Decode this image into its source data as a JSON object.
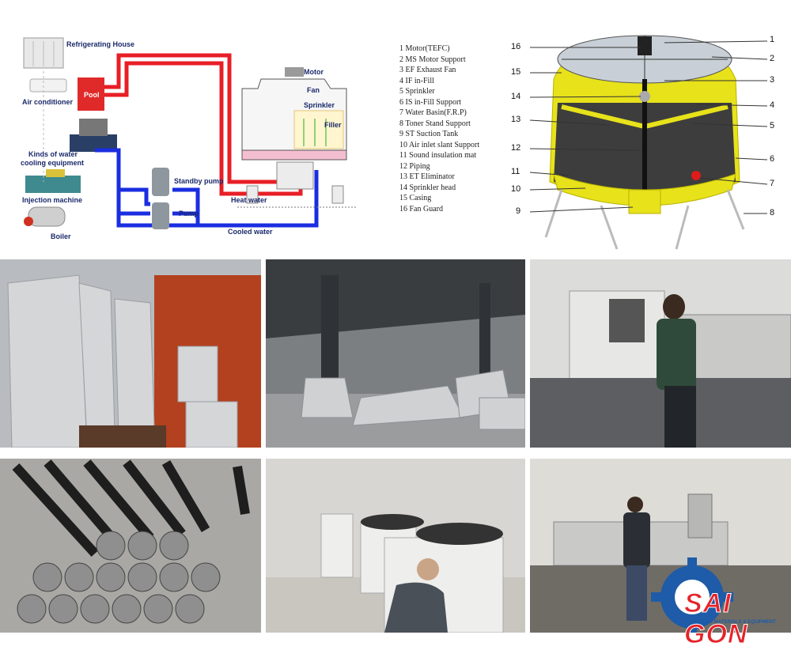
{
  "diagram": {
    "labels": {
      "refrigerating_house": "Refrigerating House",
      "air_conditioner": "Air conditioner",
      "kinds_cooling": "Kinds of water",
      "kinds_cooling2": "cooling equipment",
      "injection_machine": "Injection machine",
      "boiler": "Boiler",
      "pool": "Pool",
      "motor": "Motor",
      "fan": "Fan",
      "sprinkler": "Sprinkler",
      "filler": "Filler",
      "standby_pump": "Standby pump",
      "pump": "Pump",
      "heat_water": "Heat water",
      "cooled_water": "Cooled water"
    }
  },
  "parts": {
    "list": [
      "1  Motor(TEFC)",
      "2  MS Motor Support",
      "3  EF Exhaust Fan",
      "4  IF in-Fill",
      "5  Sprinkler",
      "6  IS in-Fill Support",
      "7  Water Basin(F.R.P)",
      "8  Toner Stand Support",
      "9  ST Suction Tank",
      "10  Air inlet slant Support",
      "11  Sound insulation mat",
      "12  Piping",
      "13  ET Eliminator",
      "14  Sprinkler head",
      "15  Casing",
      "16  Fan Guard"
    ],
    "callouts_right": [
      "1",
      "2",
      "3",
      "4",
      "5",
      "6",
      "7",
      "8"
    ],
    "callouts_left": [
      "16",
      "15",
      "14",
      "13",
      "12",
      "11",
      "10",
      "9"
    ]
  },
  "photos": {
    "p1": "fiberglass panels on truck",
    "p2": "factory warehouse",
    "p3": "CNC lathe worker",
    "p4": "motors and shafts",
    "p5": "worker assembling tower",
    "p6": "machining workshop"
  },
  "brand": {
    "name": "SAI GON",
    "tagline": "INDUSTRIAL MATERIALS & EQUIPMENT",
    "blue": "#1e5ba8",
    "red": "#e5232a"
  }
}
